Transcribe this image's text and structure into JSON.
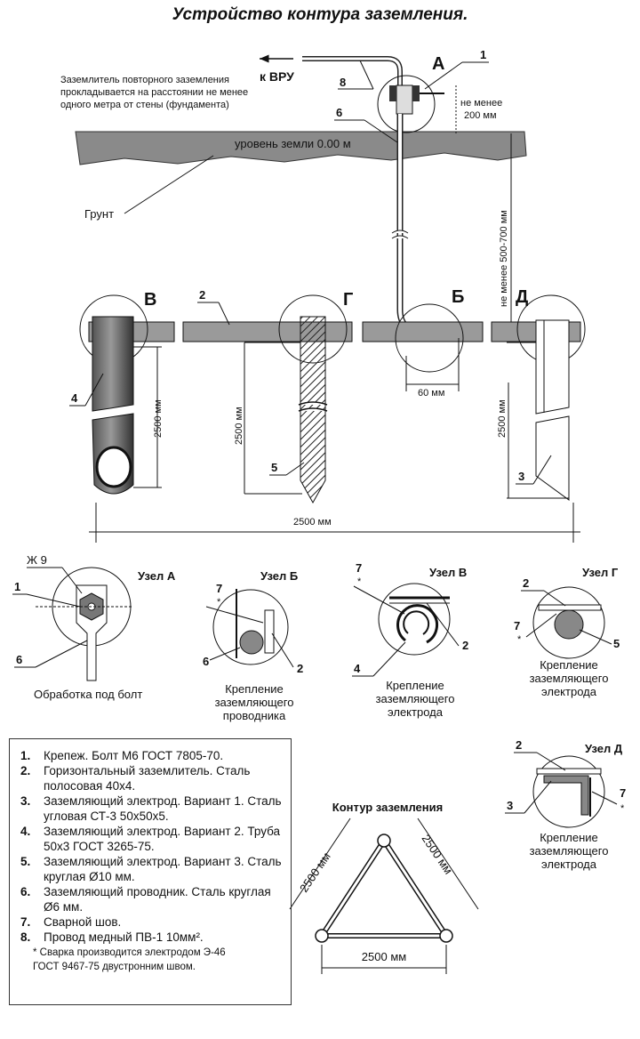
{
  "title": "Устройство контура заземления.",
  "to_vru": "к ВРУ",
  "note_lines": [
    "Заземлитель повторного заземления",
    "прокладывается на расстоянии не менее",
    "одного метра от стены (фундамента)"
  ],
  "ground_level": "уровень земли 0.00 м",
  "soil": "Грунт",
  "dim_200_a": "не менее",
  "dim_200_b": "200 мм",
  "depth_label": "не менее 500-700 мм",
  "dim_60": "60 мм",
  "dim_2500": "2500 мм",
  "dim_2500_total": "2500 мм",
  "node_letters": {
    "A": "А",
    "B": "Б",
    "V": "В",
    "G": "Г",
    "D": "Д"
  },
  "numbers": {
    "n1": "1",
    "n2": "2",
    "n3": "3",
    "n4": "4",
    "n5": "5",
    "n6": "6",
    "n7": "7",
    "n8": "8"
  },
  "star": "*",
  "nodes": {
    "a": {
      "title": "Узел А",
      "caption": "Обработка под болт",
      "bolt": "Ж 9"
    },
    "b": {
      "title": "Узел Б",
      "caption": [
        "Крепление",
        "заземляющего",
        "проводника"
      ]
    },
    "v": {
      "title": "Узел В",
      "caption": [
        "Крепление",
        "заземляющего",
        "электрода"
      ]
    },
    "g": {
      "title": "Узел Г",
      "caption": [
        "Крепление",
        "заземляющего",
        "электрода"
      ]
    },
    "d": {
      "title": "Узел Д",
      "caption": [
        "Крепление",
        "заземляющего",
        "электрода"
      ]
    }
  },
  "contour": {
    "title": "Контур заземления",
    "side": "2500 мм"
  },
  "legend": [
    {
      "n": "1.",
      "text": "Крепеж. Болт М6 ГОСТ 7805-70."
    },
    {
      "n": "2.",
      "text": "Горизонтальный заземлитель. Сталь полосовая 40x4."
    },
    {
      "n": "3.",
      "text": "Заземляющий электрод. Вариант 1. Сталь угловая  СТ-3 50x50x5."
    },
    {
      "n": "4.",
      "text": "Заземляющий электрод. Вариант 2. Труба 50x3 ГОСТ 3265-75."
    },
    {
      "n": "5.",
      "text": "Заземляющий электрод. Вариант 3. Сталь круглая  Ø10 мм."
    },
    {
      "n": "6.",
      "text": "Заземляющий проводник. Сталь круглая  Ø6 мм."
    },
    {
      "n": "7.",
      "text": "Сварной шов."
    },
    {
      "n": "8.",
      "text": "Провод медный ПВ-1 10мм²."
    }
  ],
  "legend_foot": [
    "* Сварка производится электродом Э-46",
    "ГОСТ 9467-75 двустронним швом."
  ]
}
